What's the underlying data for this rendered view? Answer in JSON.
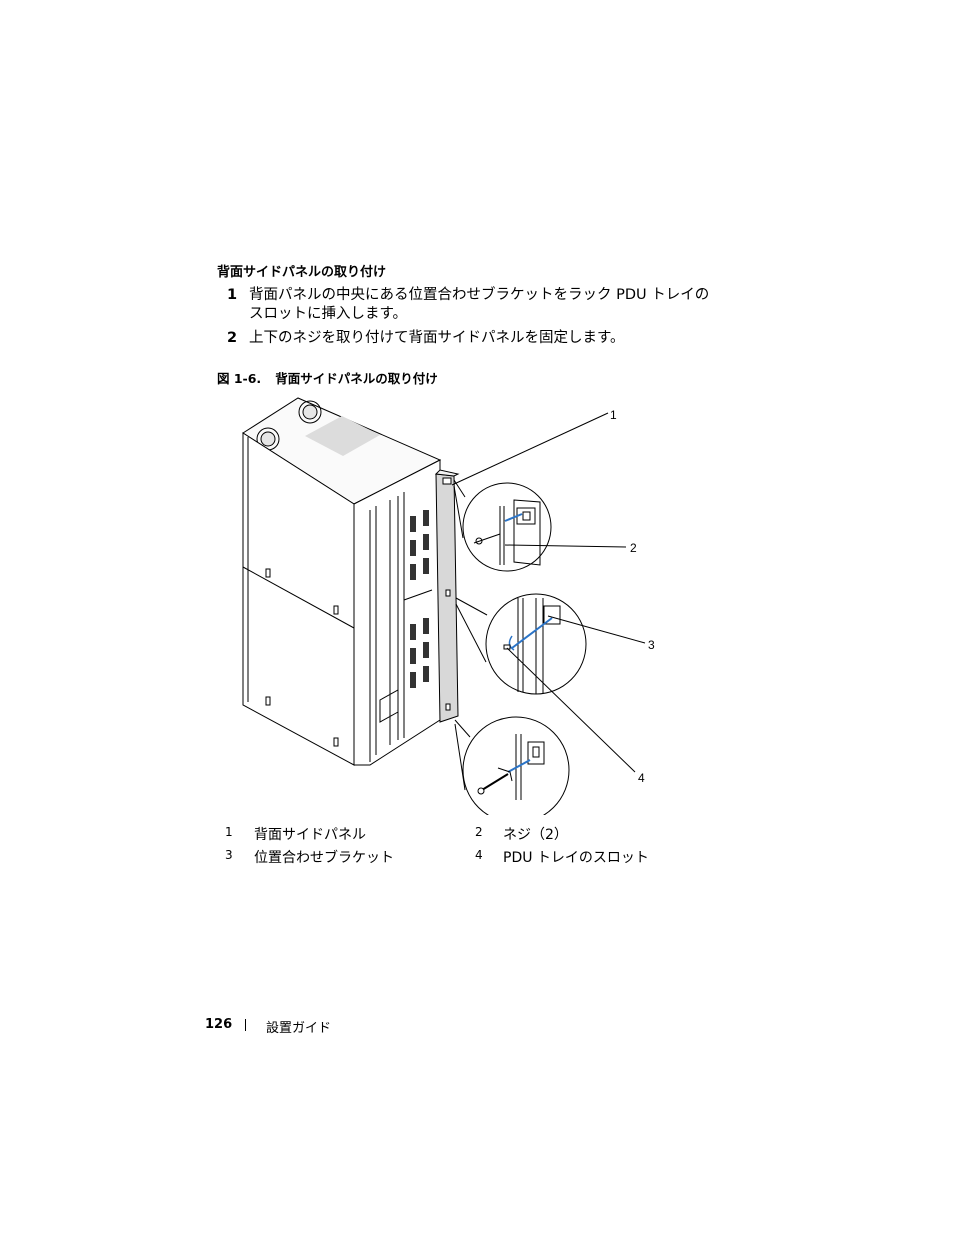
{
  "section": {
    "title": "背面サイドパネルの取り付け"
  },
  "steps": [
    {
      "num": "1",
      "text": "背面パネルの中央にある位置合わせブラケットをラック PDU トレイのスロットに挿入します。"
    },
    {
      "num": "2",
      "text": "上下のネジを取り付けて背面サイドパネルを固定します。"
    }
  ],
  "figure": {
    "label": "図 1-6.",
    "title": "背面サイドパネルの取り付け",
    "callouts": [
      "1",
      "2",
      "3",
      "4"
    ]
  },
  "legend": [
    {
      "num": "1",
      "text": "背面サイドパネル"
    },
    {
      "num": "2",
      "text": "ネジ（2）"
    },
    {
      "num": "3",
      "text": "位置合わせブラケット"
    },
    {
      "num": "4",
      "text": "PDU トレイのスロット"
    }
  ],
  "footer": {
    "page": "126",
    "title": "設置ガイド"
  }
}
